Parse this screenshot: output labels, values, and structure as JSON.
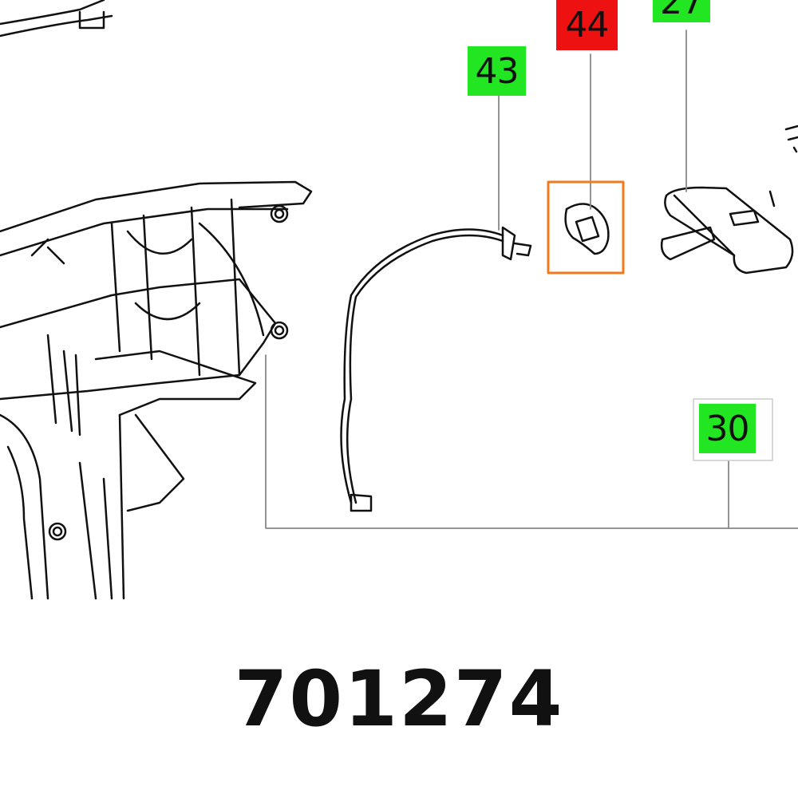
{
  "diagram": {
    "callouts": [
      {
        "label": "43",
        "color": "#22e622",
        "status": "available"
      },
      {
        "label": "44",
        "color": "#ee1111",
        "status": "selected"
      },
      {
        "label": "27",
        "color": "#22e622",
        "status": "available"
      },
      {
        "label": "30",
        "color": "#22e622",
        "status": "available"
      }
    ],
    "highlight_color": "#f07a1c",
    "part_number": "701274"
  }
}
